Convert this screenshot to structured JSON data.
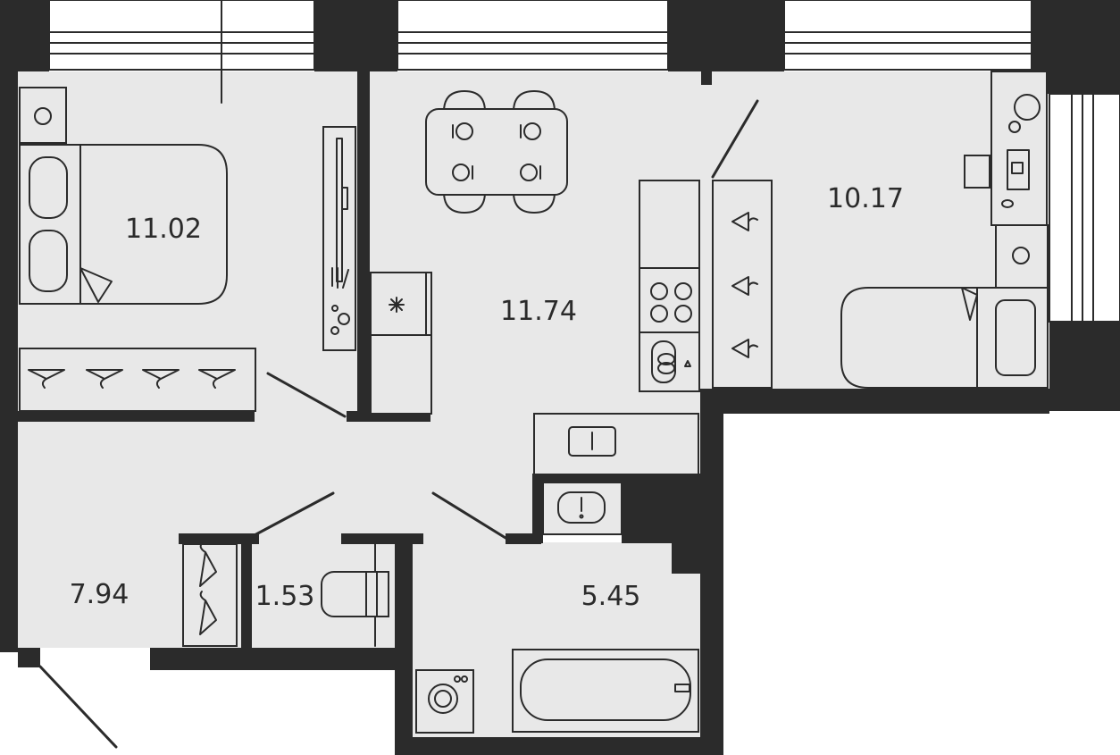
{
  "colors": {
    "wall": "#2b2b2b",
    "floor": "#e8e8e8",
    "background": "#ffffff"
  },
  "rooms": {
    "bedroom_left": {
      "area": "11.02"
    },
    "kitchen_living": {
      "area": "11.74"
    },
    "bedroom_right": {
      "area": "10.17"
    },
    "hallway": {
      "area": "7.94"
    },
    "toilet": {
      "area": "1.53"
    },
    "bathroom": {
      "area": "5.45"
    }
  }
}
